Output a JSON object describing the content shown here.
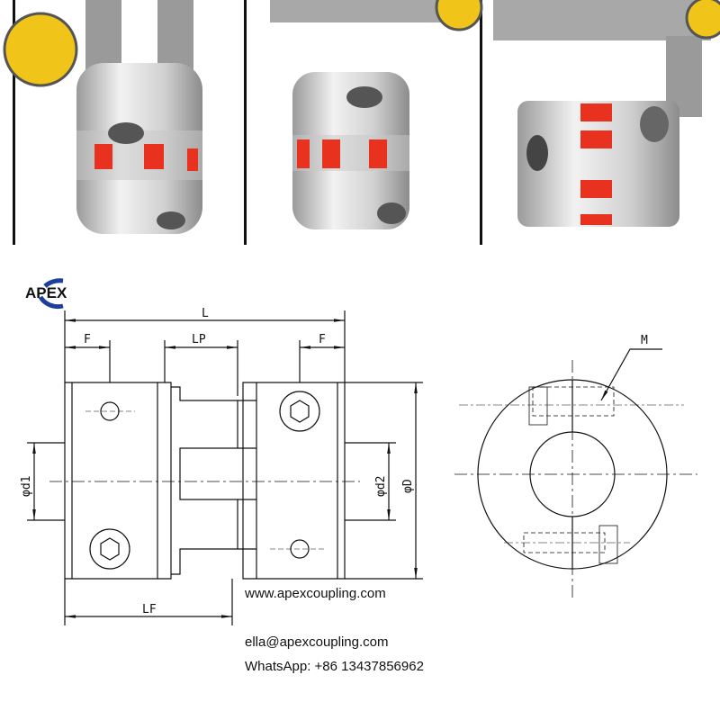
{
  "logo": {
    "text": "APEX",
    "color": "#1c3f9c"
  },
  "drawing": {
    "labels": {
      "L": "L",
      "F_left": "F",
      "LP": "LP",
      "F_right": "F",
      "d1": "φd1",
      "d2": "φd2",
      "D": "φD",
      "LF": "LF",
      "M": "M"
    }
  },
  "contact": {
    "website": "www.apexcoupling.com",
    "email": "ella@apexcoupling.com",
    "whatsapp": "WhatsApp: +86 13437856962"
  },
  "colors": {
    "spider": "#e8321f",
    "metal": "#d8d8d8"
  }
}
